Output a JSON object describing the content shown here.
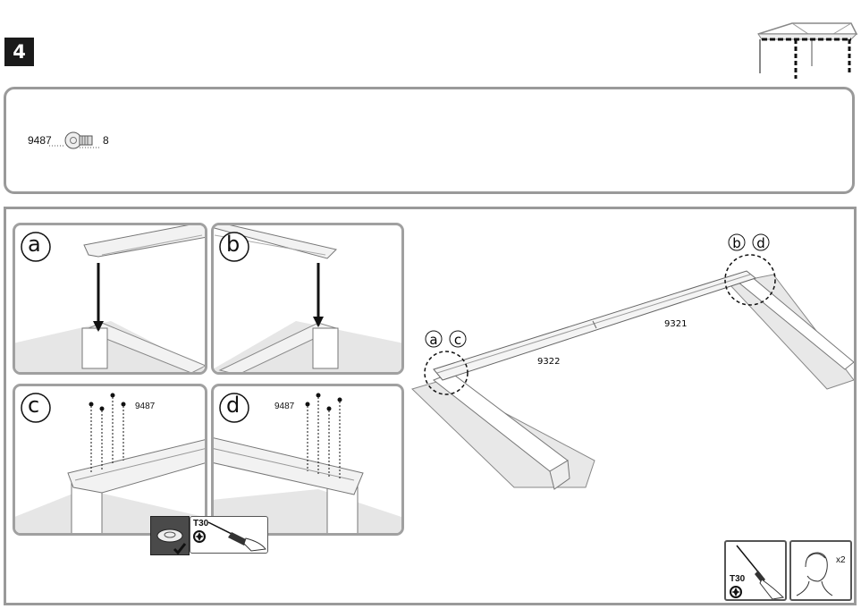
{
  "step": {
    "number": "4"
  },
  "parts": {
    "part_code": "9487",
    "quantity": "8"
  },
  "detail_panels": [
    {
      "letter": "a"
    },
    {
      "letter": "b"
    },
    {
      "letter": "c",
      "part_code": "9487"
    },
    {
      "letter": "d",
      "part_code": "9487"
    }
  ],
  "tool_inset": {
    "bit_label": "T30"
  },
  "overview": {
    "beam_left_code": "9322",
    "beam_right_code": "9321",
    "callout_left": [
      "a",
      "c"
    ],
    "callout_right": [
      "b",
      "d"
    ]
  },
  "footer_tools": {
    "screwdriver_bit": "T30",
    "persons_label": "x2"
  }
}
